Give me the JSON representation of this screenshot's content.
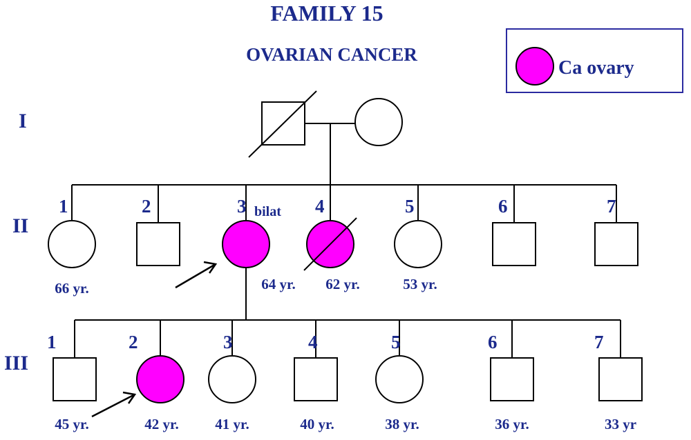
{
  "title": "FAMILY 15",
  "subtitle": "OVARIAN CANCER",
  "legend": {
    "label": "Ca ovary",
    "affected_color": "#ff00ff",
    "border_color": "#2a2aa0"
  },
  "generations": {
    "I": "I",
    "II": "II",
    "III": "III"
  },
  "gen1": {
    "father": {
      "sex": "male",
      "deceased": true,
      "affected": false
    },
    "mother": {
      "sex": "female",
      "deceased": false,
      "affected": false
    }
  },
  "gen2": [
    {
      "num": "1",
      "sex": "female",
      "affected": false,
      "deceased": false,
      "age": "66 yr."
    },
    {
      "num": "2",
      "sex": "male",
      "affected": false,
      "deceased": false,
      "age": ""
    },
    {
      "num": "3",
      "sex": "female",
      "affected": true,
      "deceased": false,
      "age": "64 yr.",
      "note": "bilat",
      "proband": true
    },
    {
      "num": "4",
      "sex": "female",
      "affected": true,
      "deceased": true,
      "age": "62 yr."
    },
    {
      "num": "5",
      "sex": "female",
      "affected": false,
      "deceased": false,
      "age": "53 yr."
    },
    {
      "num": "6",
      "sex": "male",
      "affected": false,
      "deceased": false,
      "age": ""
    },
    {
      "num": "7",
      "sex": "male",
      "affected": false,
      "deceased": false,
      "age": ""
    }
  ],
  "gen3": [
    {
      "num": "1",
      "sex": "male",
      "affected": false,
      "age": "45 yr."
    },
    {
      "num": "2",
      "sex": "female",
      "affected": true,
      "age": "42 yr.",
      "proband": true
    },
    {
      "num": "3",
      "sex": "female",
      "affected": false,
      "age": "41 yr."
    },
    {
      "num": "4",
      "sex": "male",
      "affected": false,
      "age": "40 yr."
    },
    {
      "num": "5",
      "sex": "female",
      "affected": false,
      "age": "38 yr."
    },
    {
      "num": "6",
      "sex": "male",
      "affected": false,
      "age": "36 yr."
    },
    {
      "num": "7",
      "sex": "male",
      "affected": false,
      "age": "33 yr"
    }
  ]
}
